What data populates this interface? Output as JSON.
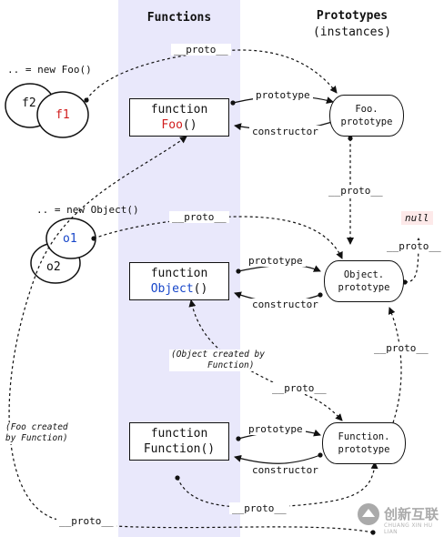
{
  "headers": {
    "functions": "Functions",
    "prototypes_line1": "Prototypes",
    "prototypes_line2": "(instances)"
  },
  "creators": {
    "new_foo": ".. = new Foo()",
    "new_object": ".. = new Object()"
  },
  "instances": {
    "f2": "f2",
    "f1": "f1",
    "o1": "o1",
    "o2": "o2"
  },
  "functions": {
    "keyword": "function",
    "foo": "Foo",
    "object": "Object",
    "function_name": "Function()",
    "call_suffix": "()"
  },
  "prototypes": {
    "foo_line1": "Foo.",
    "foo_line2": "prototype",
    "object_line1": "Object.",
    "object_line2": "prototype",
    "function_line1": "Function.",
    "function_line2": "prototype"
  },
  "links": {
    "proto": "__proto__",
    "prototype": "prototype",
    "constructor": "constructor",
    "null": "null"
  },
  "notes": {
    "object_created_line1": "(Object created by",
    "object_created_line2": "Function)",
    "foo_created_line1": "(Foo created",
    "foo_created_line2": "by Function)"
  },
  "watermark": {
    "brand": "创新互联",
    "sub": "CHUANG XIN HU LIAN"
  },
  "colors": {
    "band": "#e9e8fb",
    "red_text": "#d11c1c",
    "blue_text": "#1746c9",
    "null_bg": "#fde9e9"
  }
}
